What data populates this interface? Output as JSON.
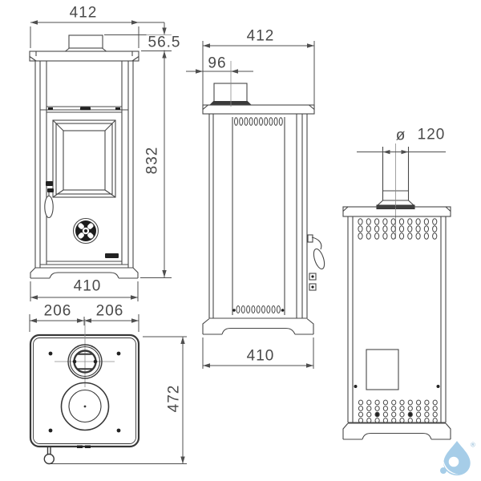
{
  "views": {
    "front": {
      "dim_width_top": "412",
      "dim_collar_height": "56.5",
      "dim_height": "832",
      "dim_width_bottom": "410"
    },
    "plan": {
      "dim_half_left": "206",
      "dim_half_right": "206",
      "dim_depth": "472"
    },
    "side": {
      "dim_width_top": "412",
      "dim_flue_offset": "96",
      "dim_width_bottom": "410"
    },
    "rear": {
      "dim_diameter_prefix": "ø",
      "dim_flue_diameter": "120"
    }
  },
  "logo": {
    "registered_mark": "®"
  },
  "colors": {
    "line": "#474747",
    "dim_text": "#4a4a4a",
    "dark_fill": "#222222",
    "logo_blue": "#a6cde8"
  }
}
